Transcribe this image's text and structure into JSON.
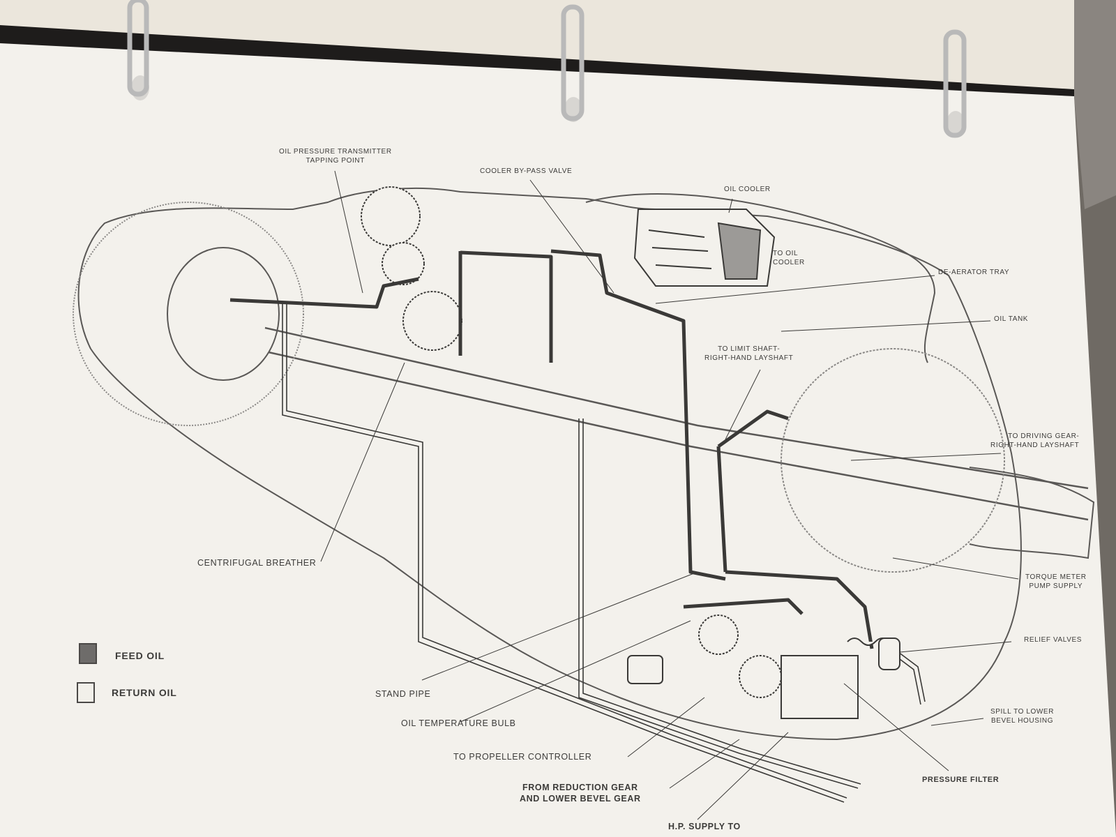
{
  "diagram": {
    "labels": {
      "oil_pressure_transmitter": "OIL PRESSURE TRANSMITTER",
      "tapping_point": "TAPPING POINT",
      "cooler_bypass_valve": "COOLER BY-PASS VALVE",
      "oil_cooler": "OIL COOLER",
      "to_oil": "TO OIL",
      "cooler": "COOLER",
      "de_aerator_tray": "DE-AERATOR TRAY",
      "oil_tank": "OIL TANK",
      "to_limit_shaft": "TO LIMIT SHAFT-",
      "right_hand_layshaft_1": "RIGHT-HAND LAYSHAFT",
      "to_driving_gear": "TO DRIVING GEAR-",
      "right_hand_layshaft_2": "RIGHT-HAND LAYSHAFT",
      "centrifugal_breather": "CENTRIFUGAL BREATHER",
      "torque_meter": "TORQUE METER",
      "pump_supply": "PUMP SUPPLY",
      "relief_valves": "RELIEF VALVES",
      "stand_pipe": "STAND PIPE",
      "oil_temperature_bulb": "OIL TEMPERATURE BULB",
      "spill_to_lower": "SPILL TO LOWER",
      "bevel_housing": "BEVEL HOUSING",
      "to_propeller_controller": "TO PROPELLER CONTROLLER",
      "from_reduction_gear": "FROM REDUCTION GEAR",
      "and_lower_bevel_gear": "AND LOWER BEVEL GEAR",
      "pressure_filter": "PRESSURE FILTER",
      "hp_supply_to": "H.P. SUPPLY TO"
    },
    "legend": {
      "feed_label": "FEED OIL",
      "return_label": "RETURN OIL",
      "feed_color": "#6e6c6a",
      "return_color": "#f2f0ea"
    },
    "colors": {
      "paper": "#f3f1ec",
      "ink": "#3a3937",
      "binder": "#1e1c1b",
      "ring": "#bdbdbd"
    }
  }
}
